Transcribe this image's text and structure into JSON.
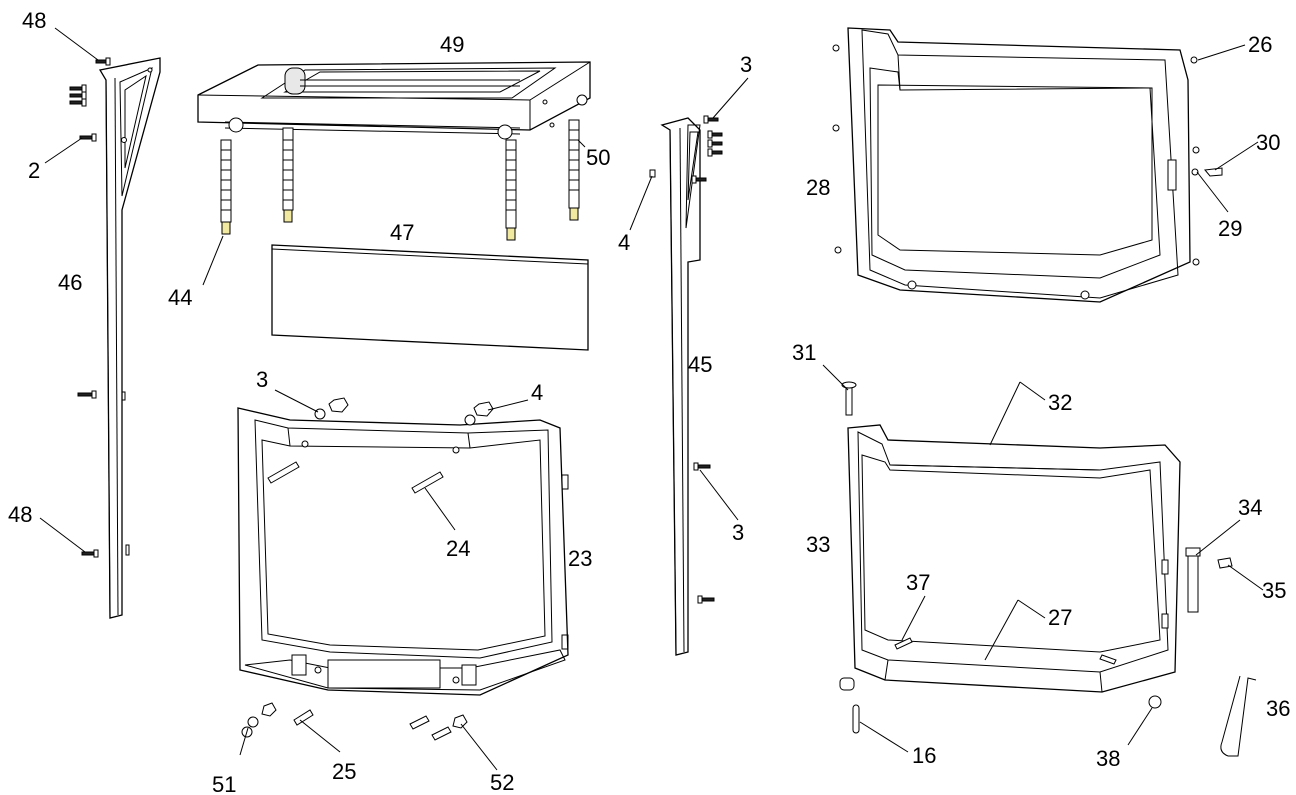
{
  "callouts": [
    {
      "id": "c48a",
      "text": "48"
    },
    {
      "id": "c2",
      "text": "2"
    },
    {
      "id": "c46",
      "text": "46"
    },
    {
      "id": "c48b",
      "text": "48"
    },
    {
      "id": "c49",
      "text": "49"
    },
    {
      "id": "c50",
      "text": "50"
    },
    {
      "id": "c44",
      "text": "44"
    },
    {
      "id": "c47",
      "text": "47"
    },
    {
      "id": "c3a",
      "text": "3"
    },
    {
      "id": "c4a",
      "text": "4"
    },
    {
      "id": "c24",
      "text": "24"
    },
    {
      "id": "c23",
      "text": "23"
    },
    {
      "id": "c51",
      "text": "51"
    },
    {
      "id": "c25",
      "text": "25"
    },
    {
      "id": "c52",
      "text": "52"
    },
    {
      "id": "c3b",
      "text": "3"
    },
    {
      "id": "c4b",
      "text": "4"
    },
    {
      "id": "c45",
      "text": "45"
    },
    {
      "id": "c3c",
      "text": "3"
    },
    {
      "id": "c26",
      "text": "26"
    },
    {
      "id": "c30",
      "text": "30"
    },
    {
      "id": "c29",
      "text": "29"
    },
    {
      "id": "c28",
      "text": "28"
    },
    {
      "id": "c31",
      "text": "31"
    },
    {
      "id": "c32",
      "text": "32"
    },
    {
      "id": "c33",
      "text": "33"
    },
    {
      "id": "c34",
      "text": "34"
    },
    {
      "id": "c35",
      "text": "35"
    },
    {
      "id": "c37",
      "text": "37"
    },
    {
      "id": "c27",
      "text": "27"
    },
    {
      "id": "c36",
      "text": "36"
    },
    {
      "id": "c16",
      "text": "16"
    },
    {
      "id": "c38",
      "text": "38"
    }
  ]
}
